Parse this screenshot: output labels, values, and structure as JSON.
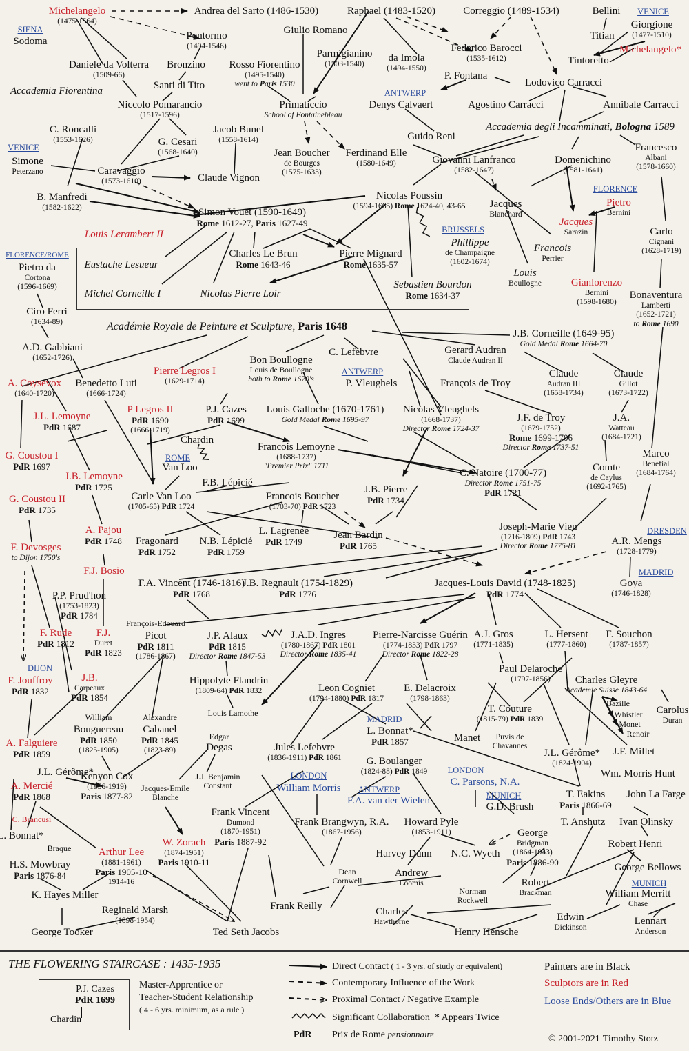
{
  "academy": {
    "name": "Académie Royale de Peinture et Sculpture,",
    "place": "Paris 1648"
  },
  "locations": [
    {
      "text": "SIENA"
    },
    {
      "text": "VENICE"
    },
    {
      "text": "VENICE"
    },
    {
      "text": "ANTWERP"
    },
    {
      "text": "FLORENCE"
    },
    {
      "text": "BRUSSELS"
    },
    {
      "text": "FLORENCE/ROME"
    },
    {
      "text": "ANTWERP"
    },
    {
      "text": "ROME"
    },
    {
      "text": "DRESDEN"
    },
    {
      "text": "MADRID"
    },
    {
      "text": "DIJON"
    },
    {
      "text": "MADRID"
    },
    {
      "text": "LONDON"
    },
    {
      "text": "ANTWERP"
    },
    {
      "text": "LONDON"
    },
    {
      "text": "MUNICH"
    },
    {
      "text": "MUNICH"
    }
  ],
  "nodes": [
    {
      "name": "Michelangelo",
      "sub": [
        "(1475-1564)"
      ]
    },
    {
      "name": "Andrea del Sarto (1486-1530)",
      "sub": []
    },
    {
      "name": "Raphael (1483-1520)",
      "sub": []
    },
    {
      "name": "Correggio (1489-1534)",
      "sub": []
    },
    {
      "name": "Bellini",
      "sub": []
    },
    {
      "name": "Titian",
      "sub": []
    },
    {
      "name": "Giorgione",
      "sub": [
        "(1477-1510)"
      ]
    },
    {
      "name": "Michelangelo*",
      "sub": []
    },
    {
      "name": "Sodoma",
      "sub": []
    },
    {
      "name": "Giulio Romano",
      "sub": []
    },
    {
      "name": "Pontormo",
      "sub": [
        "(1494-1546)"
      ]
    },
    {
      "name": "Parmigianino",
      "sub": [
        "(1503-1540)"
      ]
    },
    {
      "name": "da Imola",
      "sub": [
        "(1494-1550)"
      ]
    },
    {
      "name": "Federico Barocci",
      "sub": [
        "(1535-1612)"
      ]
    },
    {
      "name": "Tintoretto",
      "sub": []
    },
    {
      "name": "Daniele da Volterra",
      "sub": [
        "(1509-66)"
      ]
    },
    {
      "name": "Bronzino",
      "sub": []
    },
    {
      "name": "Rosso Fiorentino",
      "sub": [
        "(1495-1540)",
        "went to Paris 1530"
      ]
    },
    {
      "name": "P. Fontana",
      "sub": []
    },
    {
      "name": "Lodovico Carracci",
      "sub": []
    },
    {
      "name": "Santi di Tito",
      "sub": []
    },
    {
      "name": "Accademia Fiorentina",
      "sub": []
    },
    {
      "name": "Niccolo Pomarancio",
      "sub": [
        "(1517-1596)"
      ]
    },
    {
      "name": "Primaticcio",
      "sub": [
        "School of Fontainebleau"
      ]
    },
    {
      "name": "Denys Calvaert",
      "sub": []
    },
    {
      "name": "Agostino Carracci",
      "sub": []
    },
    {
      "name": "Annibale Carracci",
      "sub": []
    },
    {
      "name": "Accademia degli Incamminati, Bologna 1589",
      "sub": []
    },
    {
      "name": "C. Roncalli",
      "sub": [
        "(1553-1626)"
      ]
    },
    {
      "name": "Jacob Bunel",
      "sub": [
        "(1558-1614)"
      ]
    },
    {
      "name": "Guido Reni",
      "sub": []
    },
    {
      "name": "G. Cesari",
      "sub": [
        "(1568-1640)"
      ]
    },
    {
      "name": "Simone",
      "sub": [
        "Peterzano"
      ]
    },
    {
      "name": "Jean Boucher",
      "sub": [
        "de Bourges",
        "(1575-1633)"
      ]
    },
    {
      "name": "Ferdinand Elle",
      "sub": [
        "(1580-1649)"
      ]
    },
    {
      "name": "Giovanni Lanfranco",
      "sub": [
        "(1582-1647)"
      ]
    },
    {
      "name": "Domenichino",
      "sub": [
        "(1581-1641)"
      ]
    },
    {
      "name": "Francesco",
      "sub": [
        "Albani",
        "(1578-1660)"
      ]
    },
    {
      "name": "Caravaggio",
      "sub": [
        "(1573-1610)"
      ]
    },
    {
      "name": "Claude Vignon",
      "sub": []
    },
    {
      "name": "B. Manfredi",
      "sub": [
        "(1582-1622)"
      ]
    },
    {
      "name": "Nicolas Poussin",
      "sub": [
        "(1594-1665) Rome 1624-40, 43-65"
      ]
    },
    {
      "name": "Jacques",
      "sub": [
        "Blanchard"
      ]
    },
    {
      "name": "Pietro",
      "sub": [
        "Bernini"
      ]
    },
    {
      "name": "Simon Vouet (1590-1649)",
      "sub": [
        "Rome 1612-27, Paris 1627-49"
      ]
    },
    {
      "name": "Jacques",
      "sub": [
        "Sarazin"
      ]
    },
    {
      "name": "Carlo",
      "sub": [
        "Cignani",
        "(1628-1719)"
      ]
    },
    {
      "name": "Louis Lerambert II",
      "sub": []
    },
    {
      "name": "Phillippe",
      "sub": [
        "de Champaigne",
        "(1602-1674)"
      ]
    },
    {
      "name": "Francois",
      "sub": [
        "Perrier"
      ]
    },
    {
      "name": "Charles Le Brun",
      "sub": [
        "Rome 1643-46"
      ]
    },
    {
      "name": "Pierre Mignard",
      "sub": [
        "Rome 1635-57"
      ]
    },
    {
      "name": "Eustache Lesueur",
      "sub": []
    },
    {
      "name": "Louis",
      "sub": [
        "Boullogne"
      ]
    },
    {
      "name": "Pietro da",
      "sub": [
        "Cortona",
        "(1596-1669)"
      ]
    },
    {
      "name": "Sebastien Bourdon",
      "sub": [
        "Rome 1634-37"
      ]
    },
    {
      "name": "Michel Corneille I",
      "sub": []
    },
    {
      "name": "Nicolas Pierre Loir",
      "sub": []
    },
    {
      "name": "Gianlorenzo",
      "sub": [
        "Bernini",
        "(1598-1680)"
      ]
    },
    {
      "name": "Bonaventura",
      "sub": [
        "Lamberti",
        "(1652-1721)",
        "to Rome 1690"
      ]
    },
    {
      "name": "Ciro Ferri",
      "sub": [
        "(1634-89)"
      ]
    },
    {
      "name": "J.B. Corneille (1649-95)",
      "sub": [
        "Gold Medal Rome 1664-70"
      ]
    },
    {
      "name": "A.D. Gabbiani",
      "sub": [
        "(1652-1726)"
      ]
    },
    {
      "name": "Bon Boullogne",
      "sub": [
        "Louis de Boullogne",
        "both to Rome 1670's"
      ]
    },
    {
      "name": "Gerard Audran",
      "sub": [
        "Claude Audran II"
      ]
    },
    {
      "name": "C. Lefebvre",
      "sub": []
    },
    {
      "name": "Pierre Legros I",
      "sub": [
        "(1629-1714)"
      ]
    },
    {
      "name": "Claude",
      "sub": [
        "Audran III",
        "(1658-1734)"
      ]
    },
    {
      "name": "Claude",
      "sub": [
        "Gillot",
        "(1673-1722)"
      ]
    },
    {
      "name": "A. Coysevox",
      "sub": [
        "(1640-1720)"
      ]
    },
    {
      "name": "Benedetto Luti",
      "sub": [
        "(1666-1724)"
      ]
    },
    {
      "name": "P. Vleughels",
      "sub": []
    },
    {
      "name": "François de Troy",
      "sub": []
    },
    {
      "name": "P Legros II",
      "sub": [
        "PdR 1690",
        "(1666-1719)"
      ]
    },
    {
      "name": "P.J. Cazes",
      "sub": [
        "PdR 1699"
      ]
    },
    {
      "name": "Louis Galloche (1670-1761)",
      "sub": [
        "Gold Medal Rome 1695-97"
      ]
    },
    {
      "name": "Nicolas Vleughels",
      "sub": [
        "(1668-1737)",
        "Director Rome 1724-37"
      ]
    },
    {
      "name": "J.F. de Troy",
      "sub": [
        "(1679-1752)",
        "Rome 1699-1706",
        "Director Rome 1737-51"
      ]
    },
    {
      "name": "J.A.",
      "sub": [
        "Watteau",
        "(1684-1721)"
      ]
    },
    {
      "name": "J.L. Lemoyne",
      "sub": [
        "PdR 1687"
      ]
    },
    {
      "name": "Chardin",
      "sub": []
    },
    {
      "name": "Francois Lemoyne",
      "sub": [
        "(1688-1737)",
        "\"Premier Prix\" 1711"
      ]
    },
    {
      "name": "G. Coustou I",
      "sub": [
        "PdR 1697"
      ]
    },
    {
      "name": "Van Loo",
      "sub": []
    },
    {
      "name": "C. Natoire (1700-77)",
      "sub": [
        "Director Rome 1751-75",
        "PdR 1721"
      ]
    },
    {
      "name": "Marco",
      "sub": [
        "Benefial",
        "(1684-1764)"
      ]
    },
    {
      "name": "Comte",
      "sub": [
        "de Caylus",
        "(1692-1765)"
      ]
    },
    {
      "name": "F.B. Lépicié",
      "sub": []
    },
    {
      "name": "J.B. Lemoyne",
      "sub": [
        "PdR 1725"
      ]
    },
    {
      "name": "J.B. Pierre",
      "sub": [
        "PdR 1734"
      ]
    },
    {
      "name": "Carle Van Loo",
      "sub": [
        "(1705-65) PdR 1724"
      ]
    },
    {
      "name": "Francois Boucher",
      "sub": [
        "(1703-70) PdR 1723"
      ]
    },
    {
      "name": "G. Coustou II",
      "sub": [
        "PdR 1735"
      ]
    },
    {
      "name": "Joseph-Marie Vien",
      "sub": [
        "(1716-1809) PdR 1743",
        "Director Rome 1775-81"
      ]
    },
    {
      "name": "A. Pajou",
      "sub": [
        "PdR 1748"
      ]
    },
    {
      "name": "L. Lagrenée",
      "sub": [
        "PdR 1749"
      ]
    },
    {
      "name": "Jean Bardin",
      "sub": [
        "PdR 1765"
      ]
    },
    {
      "name": "A.R. Mengs",
      "sub": [
        "(1728-1779)"
      ]
    },
    {
      "name": "Fragonard",
      "sub": [
        "PdR 1752"
      ]
    },
    {
      "name": "N.B. Lépicié",
      "sub": [
        "PdR 1759"
      ]
    },
    {
      "name": "F. Devosges",
      "sub": [
        "to Dijon 1750's"
      ]
    },
    {
      "name": "F.J. Bosio",
      "sub": []
    },
    {
      "name": "F.A. Vincent (1746-1816)",
      "sub": [
        "PdR 1768"
      ]
    },
    {
      "name": "J.B. Regnault (1754-1829)",
      "sub": [
        "PdR 1776"
      ]
    },
    {
      "name": "Jacques-Louis David (1748-1825)",
      "sub": [
        "PdR 1774"
      ]
    },
    {
      "name": "Goya",
      "sub": [
        "(1746-1828)"
      ]
    },
    {
      "name": "P.P. Prud'hon",
      "sub": [
        "(1753-1823)",
        "PdR 1784"
      ]
    },
    {
      "name": "François-Edouard",
      "sub": []
    },
    {
      "name": "Picot",
      "sub": [
        "PdR 1811",
        "(1786-1867)"
      ]
    },
    {
      "name": "J.P. Alaux",
      "sub": [
        "PdR 1815",
        "Director Rome 1847-53"
      ]
    },
    {
      "name": "J.A.D. Ingres",
      "sub": [
        "(1780-1867) PdR 1801",
        "Director Rome 1835-41"
      ]
    },
    {
      "name": "Pierre-Narcisse Guérin",
      "sub": [
        "(1774-1833) PdR 1797",
        "Director Rome 1822-28"
      ]
    },
    {
      "name": "A.J. Gros",
      "sub": [
        "(1771-1835)"
      ]
    },
    {
      "name": "L. Hersent",
      "sub": [
        "(1777-1860)"
      ]
    },
    {
      "name": "F. Souchon",
      "sub": [
        "(1787-1857)"
      ]
    },
    {
      "name": "F. Rude",
      "sub": [
        "PdR 1812"
      ]
    },
    {
      "name": "F.J.",
      "sub": [
        "Duret",
        "PdR 1823"
      ]
    },
    {
      "name": "Paul Delaroche",
      "sub": [
        "(1797-1856)"
      ]
    },
    {
      "name": "Charles Gleyre",
      "sub": [
        "Academie Suisse 1843-64"
      ]
    },
    {
      "name": "Hippolyte Flandrin",
      "sub": [
        "(1809-64) PdR 1832"
      ]
    },
    {
      "name": "F. Jouffroy",
      "sub": [
        "PdR 1832"
      ]
    },
    {
      "name": "J.B.",
      "sub": [
        "Carpeaux",
        "PdR 1854"
      ]
    },
    {
      "name": "Leon Cogniet",
      "sub": [
        "(1794-1880) PdR 1817"
      ]
    },
    {
      "name": "E. Delacroix",
      "sub": [
        "(1798-1863)"
      ]
    },
    {
      "name": "Bazille",
      "sub": []
    },
    {
      "name": "Whistler",
      "sub": []
    },
    {
      "name": "Monet",
      "sub": []
    },
    {
      "name": "Renoir",
      "sub": []
    },
    {
      "name": "Carolus",
      "sub": [
        "Duran"
      ]
    },
    {
      "name": "Louis Lamothe",
      "sub": []
    },
    {
      "name": "T. Couture",
      "sub": [
        "(1815-79) PdR 1839"
      ]
    },
    {
      "name": "William",
      "sub": []
    },
    {
      "name": "Bouguereau",
      "sub": [
        "PdR 1850",
        "(1825-1905)"
      ]
    },
    {
      "name": "Alexandre",
      "sub": []
    },
    {
      "name": "Cabanel",
      "sub": [
        "PdR 1845",
        "(1823-89)"
      ]
    },
    {
      "name": "L. Bonnat*",
      "sub": [
        "PdR 1857"
      ]
    },
    {
      "name": "Manet",
      "sub": []
    },
    {
      "name": "Puvis de",
      "sub": [
        "Chavannes"
      ]
    },
    {
      "name": "Edgar",
      "sub": []
    },
    {
      "name": "Degas",
      "sub": []
    },
    {
      "name": "A. Falguiere",
      "sub": [
        "PdR 1859"
      ]
    },
    {
      "name": "Jules Lefebvre",
      "sub": [
        "(1836-1911) PdR 1861"
      ]
    },
    {
      "name": "J.L. Gérôme*",
      "sub": [
        "(1824-1904)"
      ]
    },
    {
      "name": "J.F. Millet",
      "sub": []
    },
    {
      "name": "G. Boulanger",
      "sub": [
        "(1824-88) PdR 1849"
      ]
    },
    {
      "name": "J.L. Gérôme*",
      "sub": []
    },
    {
      "name": "Wm. Morris Hunt",
      "sub": []
    },
    {
      "name": "J.J. Benjamin",
      "sub": [
        "Constant"
      ]
    },
    {
      "name": "Kenyon Cox",
      "sub": [
        "(1856-1919)",
        "Paris 1877-82"
      ]
    },
    {
      "name": "C. Parsons, N.A.",
      "sub": []
    },
    {
      "name": "A. Mercié",
      "sub": [
        "PdR 1868"
      ]
    },
    {
      "name": "Jacques-Emile",
      "sub": [
        "Blanche"
      ]
    },
    {
      "name": "William Morris",
      "sub": []
    },
    {
      "name": "T. Eakins",
      "sub": [
        "Paris 1866-69"
      ]
    },
    {
      "name": "John La Farge",
      "sub": []
    },
    {
      "name": "F.A. van der Wielen",
      "sub": []
    },
    {
      "name": "G.D. Brush",
      "sub": []
    },
    {
      "name": "C. Brancusi",
      "sub": []
    },
    {
      "name": "Frank Vincent",
      "sub": [
        "Dumond",
        "(1870-1951)",
        "Paris 1887-92"
      ]
    },
    {
      "name": "Frank Brangwyn, R.A.",
      "sub": [
        "(1867-1956)"
      ]
    },
    {
      "name": "Howard Pyle",
      "sub": [
        "(1853-1911)"
      ]
    },
    {
      "name": "T. Anshutz",
      "sub": []
    },
    {
      "name": "Ivan Olinsky",
      "sub": []
    },
    {
      "name": "L. Bonnat*",
      "sub": []
    },
    {
      "name": "Braque",
      "sub": []
    },
    {
      "name": "W. Zorach",
      "sub": [
        "(1874-1951)",
        "Paris 1910-11"
      ]
    },
    {
      "name": "George",
      "sub": [
        "Bridgman",
        "(1864-1943)",
        "Paris 1886-90"
      ]
    },
    {
      "name": "Robert Henri",
      "sub": []
    },
    {
      "name": "Arthur Lee",
      "sub": [
        "(1881-1961)",
        "Paris 1905-10",
        "1914-16"
      ]
    },
    {
      "name": "Harvey Dunn",
      "sub": []
    },
    {
      "name": "N.C. Wyeth",
      "sub": []
    },
    {
      "name": "H.S. Mowbray",
      "sub": [
        "Paris 1876-84"
      ]
    },
    {
      "name": "Dean",
      "sub": [
        "Cornwell"
      ]
    },
    {
      "name": "Andrew",
      "sub": [
        "Loomis"
      ]
    },
    {
      "name": "George Bellows",
      "sub": []
    },
    {
      "name": "Robert",
      "sub": [
        "Brackman"
      ]
    },
    {
      "name": "K. Hayes Miller",
      "sub": []
    },
    {
      "name": "Norman",
      "sub": [
        "Rockwell"
      ]
    },
    {
      "name": "William Merritt",
      "sub": [
        "Chase"
      ]
    },
    {
      "name": "Frank Reilly",
      "sub": []
    },
    {
      "name": "Reginald Marsh",
      "sub": [
        "(1898-1954)"
      ]
    },
    {
      "name": "Charles",
      "sub": [
        "Hawthorne"
      ]
    },
    {
      "name": "Edwin",
      "sub": [
        "Dickinson"
      ]
    },
    {
      "name": "Lennart",
      "sub": [
        "Anderson"
      ]
    },
    {
      "name": "George Tooker",
      "sub": []
    },
    {
      "name": "Ted Seth Jacobs",
      "sub": []
    },
    {
      "name": "Henry Hensche",
      "sub": []
    }
  ],
  "legend": {
    "title": "THE FLOWERING STAIRCASE :",
    "range": "1435-1935",
    "example_master": "P.J. Cazes",
    "example_prize": "PdR 1699",
    "example_student": "Chardin",
    "master_line1": "Master-Apprentice or",
    "master_line2": "Teacher-Student Relationship",
    "master_line3": "( 4 - 6 yrs. minimum, as a rule )",
    "direct": "Direct Contact",
    "direct_note": "( 1 - 3 yrs. of study or equivalent)",
    "contemporary": "Contemporary Influence of the Work",
    "proximal": "Proximal Contact / Negative Example",
    "collab": "Significant Collaboration",
    "twice": "* Appears Twice",
    "pdr": "PdR",
    "pdr_text": "Prix de Rome",
    "pdr_note": "pensionnaire",
    "black": "Painters are in Black",
    "red": "Sculptors are in Red",
    "blue": "Loose Ends/Others are in Blue",
    "copyright": "© 2001-2021",
    "author": "Timothy Stotz"
  },
  "colors": {
    "painter": "#111111",
    "sculptor": "#c8202a",
    "other": "#2a4a9c",
    "background": "#f4f1ea"
  }
}
